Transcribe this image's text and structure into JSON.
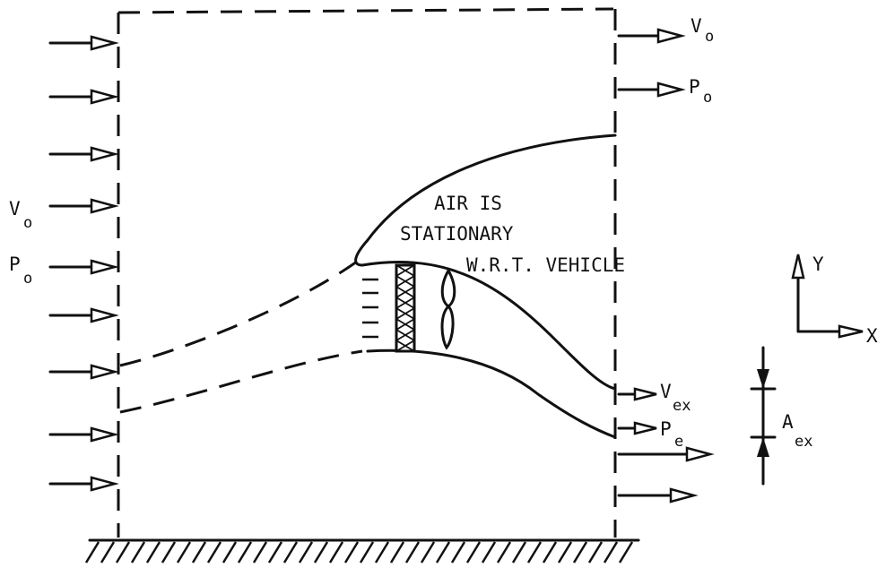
{
  "labels": {
    "air_stationary_1": "AIR IS",
    "air_stationary_2": "STATIONARY",
    "air_stationary_3": "W.R.T. VEHICLE",
    "v0_right": {
      "main": "V",
      "sub": "o"
    },
    "p0_right": {
      "main": "P",
      "sub": "o"
    },
    "v0_left": {
      "main": "V",
      "sub": "o"
    },
    "p0_left": {
      "main": "P",
      "sub": "o"
    },
    "vex": {
      "main": "V",
      "sub": "ex"
    },
    "pe": {
      "main": "P",
      "sub": "e"
    },
    "aex": {
      "main": "A",
      "sub": "ex"
    },
    "axis_y": "Y",
    "axis_x": "X"
  }
}
